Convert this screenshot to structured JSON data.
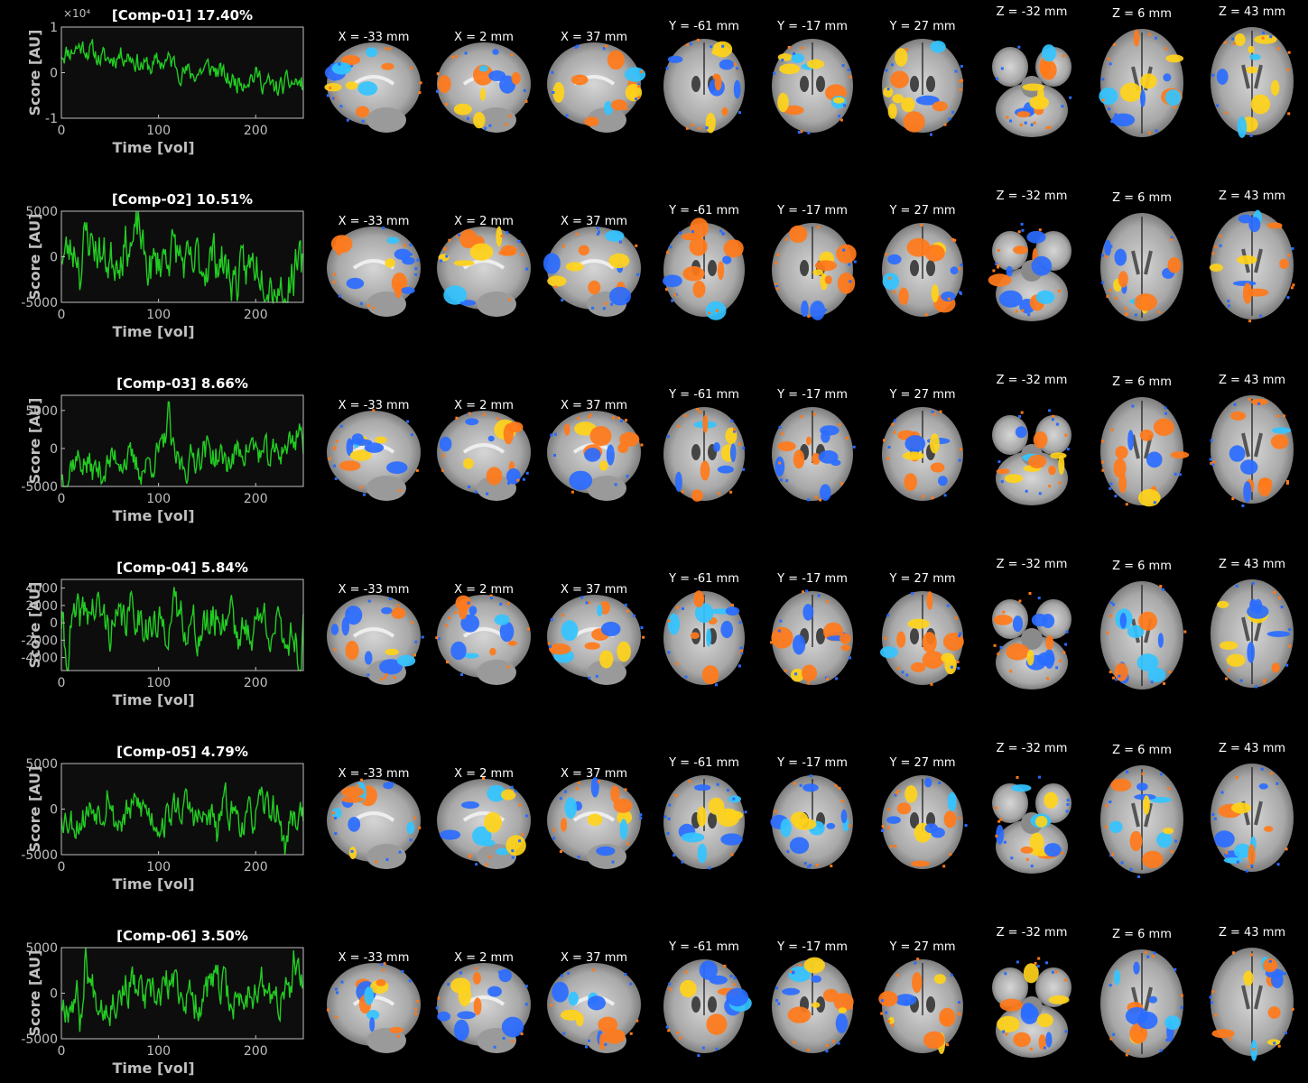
{
  "figure": {
    "exponent_label": "×10⁴",
    "slice_views": [
      "sagittal",
      "sagittal",
      "sagittal",
      "coronal",
      "coronal",
      "coronal",
      "axial",
      "axial",
      "axial"
    ],
    "slice_labels": [
      "X = -33 mm",
      "X = 2 mm",
      "X = 37 mm",
      "Y = -61 mm",
      "Y = -17 mm",
      "Y = 27 mm",
      "Z = -32 mm",
      "Z = 6 mm",
      "Z = 43 mm"
    ]
  },
  "colors": {
    "background": "#000000",
    "axes_bg": "#0d0d0d",
    "axes_edge": "#bfbfbf",
    "line": "#22cc22",
    "positive": "#ff7a1a",
    "positive_hot": "#ffd21a",
    "negative": "#2a6cff",
    "negative_cold": "#33c4ff",
    "brain_gray": "#a8a8a8"
  },
  "chart_data": [
    {
      "type": "line",
      "title": "[Comp-01] 17.40%",
      "xlabel": "Time [vol]",
      "ylabel": "Score [AU]",
      "xlim": [
        0,
        249
      ],
      "ylim": [
        -1,
        1
      ],
      "xticks": [
        0,
        100,
        200
      ],
      "yticks": [
        -1,
        0,
        1
      ],
      "ytick_labels": [
        "-1",
        "0",
        "1"
      ],
      "shows_exponent": true,
      "signal": {
        "seed": 11,
        "amp": 0.2,
        "trend": [
          0.55,
          -0.35
        ],
        "bumps": []
      }
    },
    {
      "type": "line",
      "title": "[Comp-02] 10.51%",
      "xlabel": "Time [vol]",
      "ylabel": "Score [AU]",
      "xlim": [
        0,
        249
      ],
      "ylim": [
        -5000,
        5000
      ],
      "xticks": [
        0,
        100,
        200
      ],
      "yticks": [
        -5000,
        0,
        5000
      ],
      "ytick_labels": [
        "-5000",
        "0",
        "5000"
      ],
      "shows_exponent": false,
      "signal": {
        "seed": 23,
        "amp": 2200,
        "trend": [
          1500,
          -2500
        ],
        "bumps": [
          [
            20,
            -3000
          ],
          [
            80,
            3000
          ],
          [
            140,
            1500
          ],
          [
            230,
            -2000
          ]
        ]
      }
    },
    {
      "type": "line",
      "title": "[Comp-03] 8.66%",
      "xlabel": "Time [vol]",
      "ylabel": "Score [AU]",
      "xlim": [
        0,
        249
      ],
      "ylim": [
        -5000,
        7000
      ],
      "xticks": [
        0,
        100,
        200
      ],
      "yticks": [
        -5000,
        0,
        5000
      ],
      "ytick_labels": [
        "-5000",
        "0",
        "5000"
      ],
      "shows_exponent": false,
      "signal": {
        "seed": 37,
        "amp": 1800,
        "trend": [
          -2500,
          0
        ],
        "bumps": [
          [
            110,
            5500
          ],
          [
            245,
            3500
          ],
          [
            5,
            -2500
          ]
        ]
      }
    },
    {
      "type": "line",
      "title": "[Comp-04] 5.84%",
      "xlabel": "Time [vol]",
      "ylabel": "Score [AU]",
      "xlim": [
        0,
        249
      ],
      "ylim": [
        -5500,
        5000
      ],
      "xticks": [
        0,
        100,
        200
      ],
      "yticks": [
        -4000,
        -2000,
        0,
        2000,
        4000
      ],
      "ytick_labels": [
        "-4000",
        "-2000",
        "0",
        "2000",
        "4000"
      ],
      "shows_exponent": false,
      "signal": {
        "seed": 41,
        "amp": 2100,
        "trend": [
          800,
          -800
        ],
        "bumps": [
          [
            175,
            3500
          ],
          [
            5,
            -4500
          ],
          [
            245,
            -4000
          ]
        ]
      }
    },
    {
      "type": "line",
      "title": "[Comp-05] 4.79%",
      "xlabel": "Time [vol]",
      "ylabel": "Score [AU]",
      "xlim": [
        0,
        249
      ],
      "ylim": [
        -5000,
        5000
      ],
      "xticks": [
        0,
        100,
        200
      ],
      "yticks": [
        -5000,
        0,
        5000
      ],
      "ytick_labels": [
        "-5000",
        "0",
        "5000"
      ],
      "shows_exponent": false,
      "signal": {
        "seed": 53,
        "amp": 1600,
        "trend": [
          -500,
          -500
        ],
        "bumps": [
          [
            48,
            3500
          ],
          [
            160,
            -3000
          ],
          [
            230,
            -3500
          ]
        ]
      }
    },
    {
      "type": "line",
      "title": "[Comp-06] 3.50%",
      "xlabel": "Time [vol]",
      "ylabel": "Score [AU]",
      "xlim": [
        0,
        249
      ],
      "ylim": [
        -5000,
        5000
      ],
      "xticks": [
        0,
        100,
        200
      ],
      "yticks": [
        -5000,
        0,
        5000
      ],
      "ytick_labels": [
        "-5000",
        "0",
        "5000"
      ],
      "shows_exponent": false,
      "signal": {
        "seed": 67,
        "amp": 1800,
        "trend": [
          0,
          0
        ],
        "bumps": [
          [
            25,
            3500
          ],
          [
            20,
            -3500
          ],
          [
            240,
            2500
          ]
        ]
      }
    }
  ]
}
